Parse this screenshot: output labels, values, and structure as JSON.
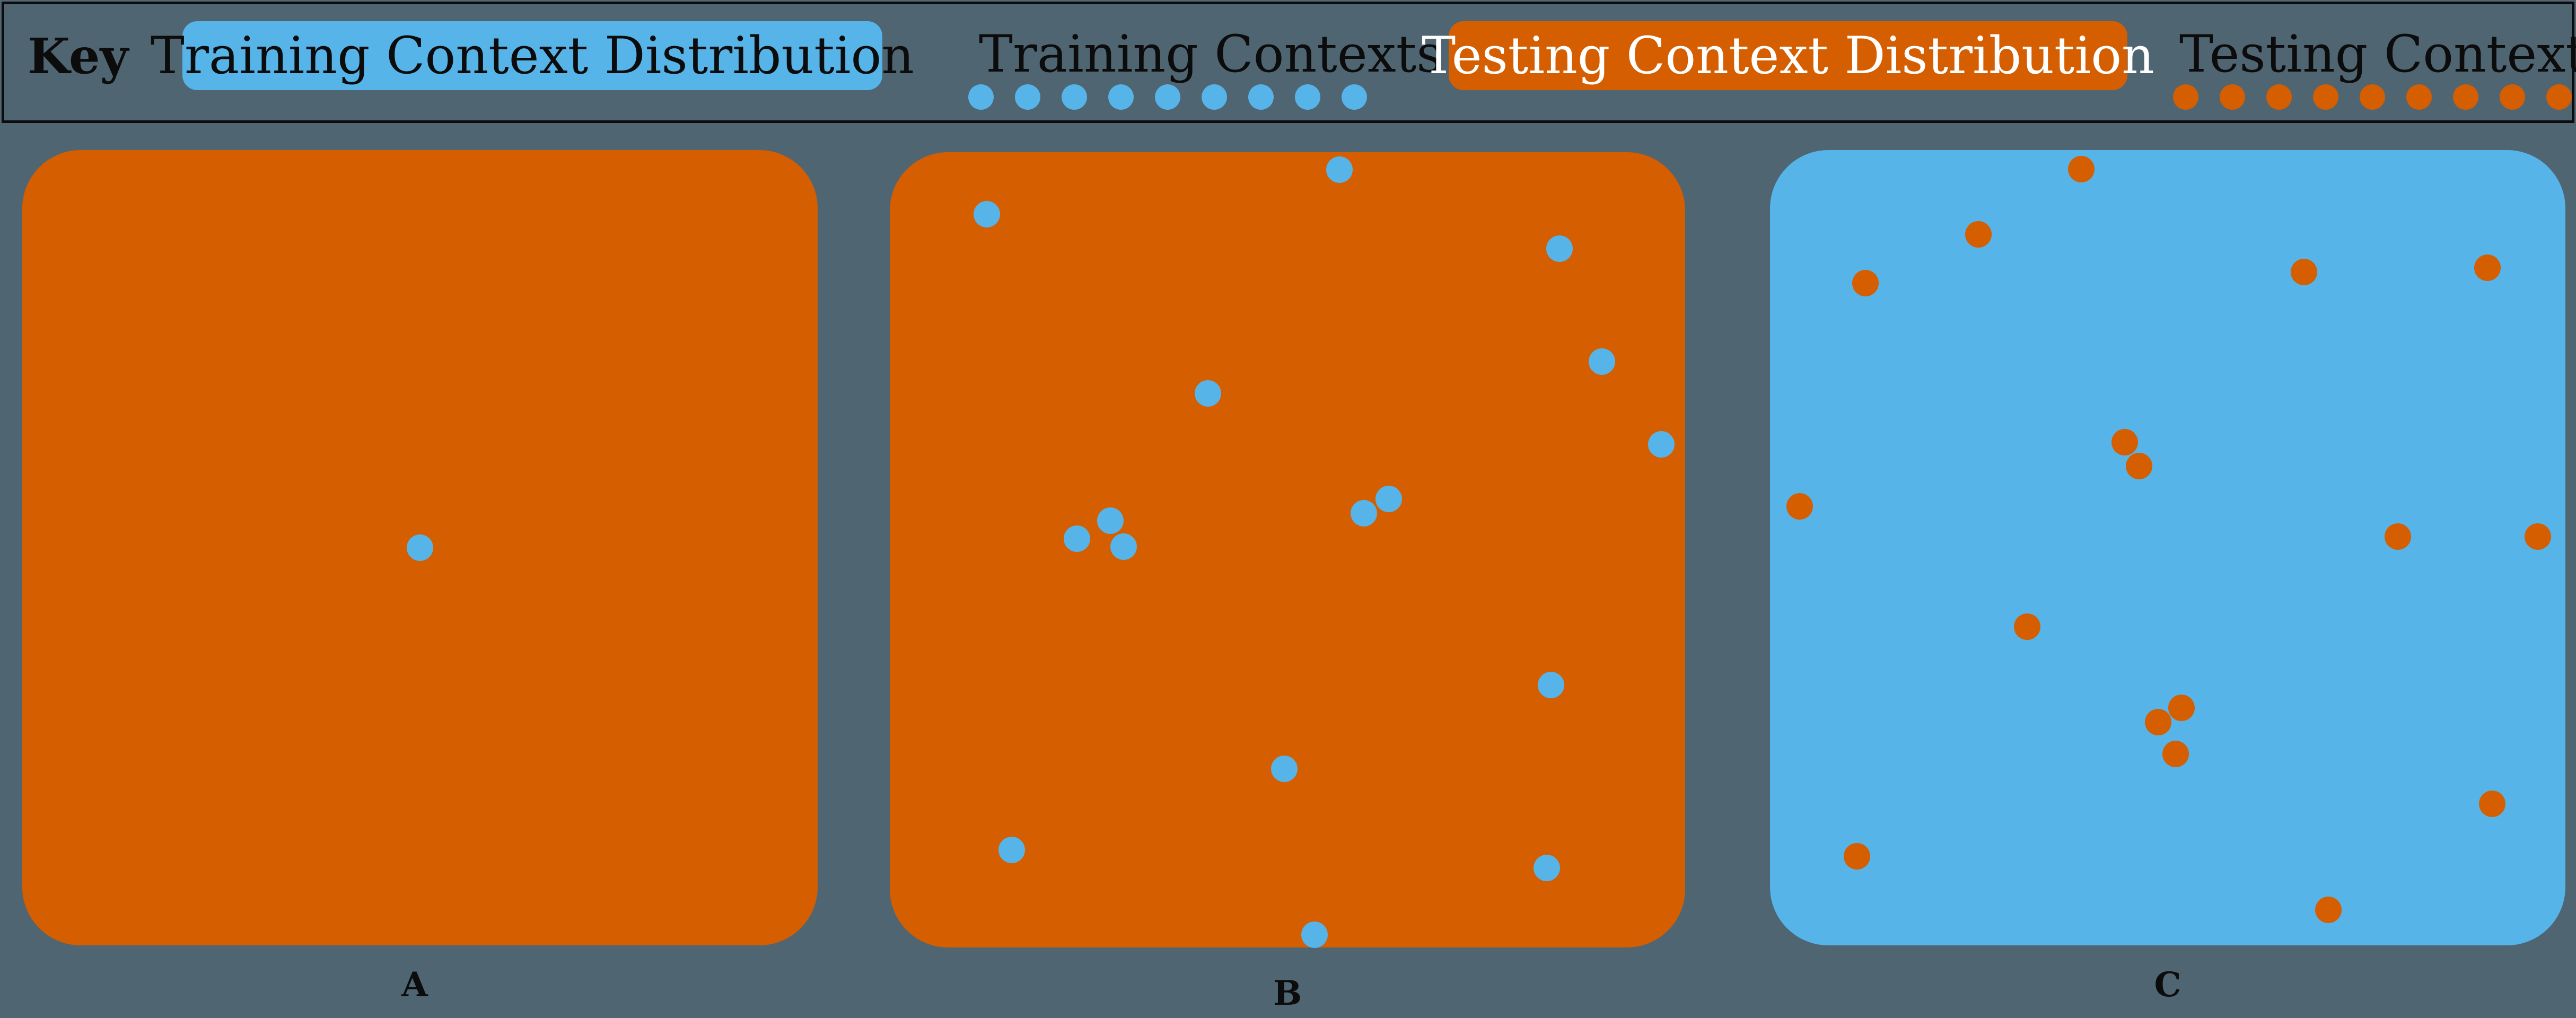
{
  "key": {
    "title": "Key",
    "training_distribution_label": "Training Context Distribution",
    "training_contexts_label": "Training Contexts",
    "testing_distribution_label": "Testing Context Distribution",
    "testing_contexts_label": "Testing Contexts",
    "training_dot_count": 9,
    "testing_dot_count": 9
  },
  "colors": {
    "background": "#4f6572",
    "training": "#56b4e9",
    "testing": "#d55e00",
    "text": "#0c0c0c"
  },
  "panels": [
    {
      "label": "A",
      "region": "testing",
      "point_kind": "training",
      "points": [
        [
          0.5,
          0.5
        ]
      ]
    },
    {
      "label": "B",
      "region": "testing",
      "point_kind": "training",
      "points": [
        [
          0.565,
          0.022
        ],
        [
          0.122,
          0.078
        ],
        [
          0.842,
          0.121
        ],
        [
          0.4,
          0.303
        ],
        [
          0.895,
          0.263
        ],
        [
          0.97,
          0.367
        ],
        [
          0.277,
          0.463
        ],
        [
          0.235,
          0.486
        ],
        [
          0.294,
          0.496
        ],
        [
          0.596,
          0.454
        ],
        [
          0.627,
          0.436
        ],
        [
          0.831,
          0.67
        ],
        [
          0.496,
          0.775
        ],
        [
          0.153,
          0.877
        ],
        [
          0.826,
          0.9
        ],
        [
          0.534,
          0.984
        ]
      ]
    },
    {
      "label": "C",
      "region": "training",
      "point_kind": "testing",
      "points": [
        [
          0.391,
          0.024
        ],
        [
          0.262,
          0.106
        ],
        [
          0.12,
          0.167
        ],
        [
          0.671,
          0.153
        ],
        [
          0.902,
          0.148
        ],
        [
          0.446,
          0.367
        ],
        [
          0.464,
          0.397
        ],
        [
          0.037,
          0.448
        ],
        [
          0.789,
          0.486
        ],
        [
          0.965,
          0.486
        ],
        [
          0.323,
          0.599
        ],
        [
          0.517,
          0.701
        ],
        [
          0.488,
          0.719
        ],
        [
          0.51,
          0.759
        ],
        [
          0.908,
          0.822
        ],
        [
          0.109,
          0.888
        ],
        [
          0.702,
          0.955
        ]
      ]
    }
  ]
}
